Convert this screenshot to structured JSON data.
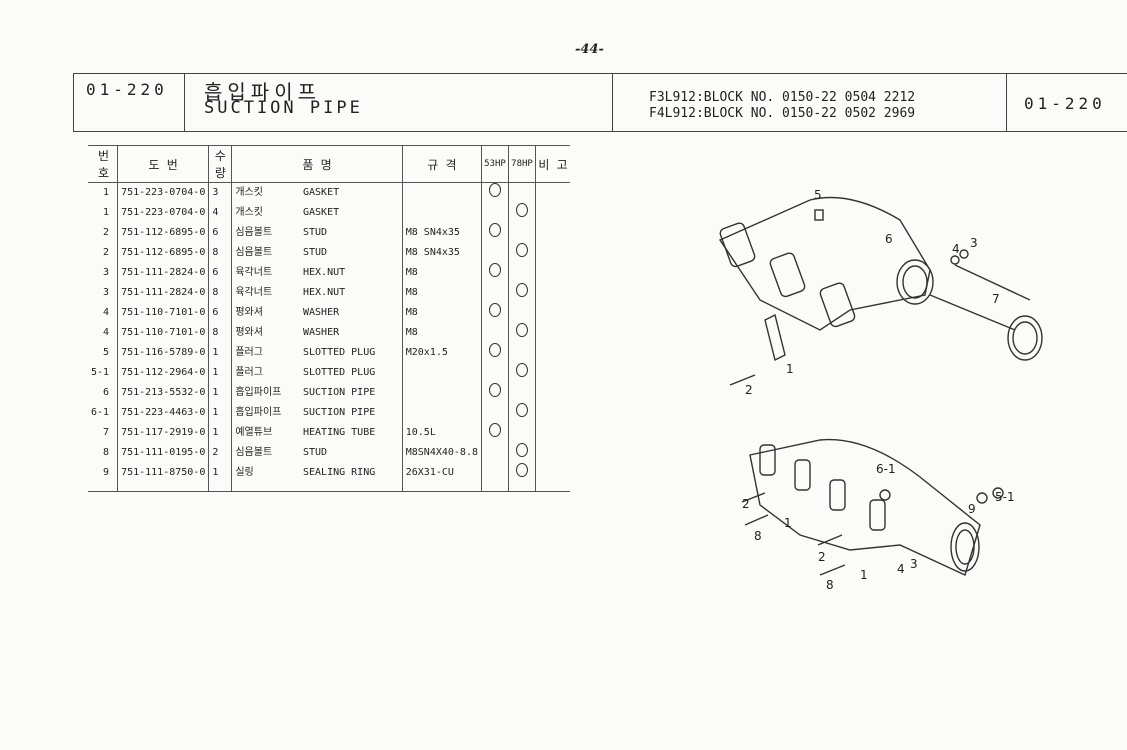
{
  "page_number": "-44-",
  "header": {
    "code": "01-220",
    "title_kr": "흡입파이프",
    "title_en": "SUCTION PIPE",
    "block1": "F3L912:BLOCK NO. 0150-22 0504 2212",
    "block2": "F4L912:BLOCK NO. 0150-22 0502 2969",
    "code_right": "01-220"
  },
  "table": {
    "headers": [
      "번호",
      "도   번",
      "수량",
      "품          명",
      "규 격",
      "53HP",
      "78HP",
      "비 고"
    ],
    "rows": [
      {
        "no": "1",
        "part": "751-223-0704-0",
        "qty": "3",
        "kr": "개스킷",
        "en": "GASKET",
        "spec": "",
        "hp53": true,
        "hp78": false
      },
      {
        "no": "1",
        "part": "751-223-0704-0",
        "qty": "4",
        "kr": "개스킷",
        "en": "GASKET",
        "spec": "",
        "hp53": false,
        "hp78": true
      },
      {
        "no": "2",
        "part": "751-112-6895-0",
        "qty": "6",
        "kr": "심음볼트",
        "en": "STUD",
        "spec": "M8 SN4x35",
        "hp53": true,
        "hp78": false
      },
      {
        "no": "2",
        "part": "751-112-6895-0",
        "qty": "8",
        "kr": "심음볼트",
        "en": "STUD",
        "spec": "M8 SN4x35",
        "hp53": false,
        "hp78": true
      },
      {
        "no": "3",
        "part": "751-111-2824-0",
        "qty": "6",
        "kr": "육각너트",
        "en": "HEX.NUT",
        "spec": "M8",
        "hp53": true,
        "hp78": false
      },
      {
        "no": "3",
        "part": "751-111-2824-0",
        "qty": "8",
        "kr": "육각너트",
        "en": "HEX.NUT",
        "spec": "M8",
        "hp53": false,
        "hp78": true
      },
      {
        "no": "4",
        "part": "751-110-7101-0",
        "qty": "6",
        "kr": "평와셔",
        "en": "WASHER",
        "spec": "M8",
        "hp53": true,
        "hp78": false
      },
      {
        "no": "4",
        "part": "751-110-7101-0",
        "qty": "8",
        "kr": "평와셔",
        "en": "WASHER",
        "spec": "M8",
        "hp53": false,
        "hp78": true
      },
      {
        "no": "5",
        "part": "751-116-5789-0",
        "qty": "1",
        "kr": "플러그",
        "en": "SLOTTED PLUG",
        "spec": "M20x1.5",
        "hp53": true,
        "hp78": false
      },
      {
        "no": "5-1",
        "part": "751-112-2964-0",
        "qty": "1",
        "kr": "플러그",
        "en": "SLOTTED PLUG",
        "spec": "",
        "hp53": false,
        "hp78": true
      },
      {
        "no": "6",
        "part": "751-213-5532-0",
        "qty": "1",
        "kr": "흡입파이프",
        "en": "SUCTION PIPE",
        "spec": "",
        "hp53": true,
        "hp78": false
      },
      {
        "no": "6-1",
        "part": "751-223-4463-0",
        "qty": "1",
        "kr": "흡입파이프",
        "en": "SUCTION PIPE",
        "spec": "",
        "hp53": false,
        "hp78": true
      },
      {
        "no": "7",
        "part": "751-117-2919-0",
        "qty": "1",
        "kr": "예열튜브",
        "en": "HEATING TUBE",
        "spec": "10.5L",
        "hp53": true,
        "hp78": false
      },
      {
        "no": "8",
        "part": "751-111-0195-0",
        "qty": "2",
        "kr": "심음볼트",
        "en": "STUD",
        "spec": "M8SN4X40-8.8",
        "hp53": false,
        "hp78": true
      },
      {
        "no": "9",
        "part": "751-111-8750-0",
        "qty": "1",
        "kr": "실링",
        "en": "SEALING RING",
        "spec": "26X31-CU",
        "hp53": false,
        "hp78": true
      }
    ]
  },
  "diagram_labels": {
    "top": [
      "5",
      "6",
      "4",
      "3",
      "7",
      "1",
      "2"
    ],
    "bottom": [
      "6-1",
      "5-1",
      "9",
      "2",
      "1",
      "8",
      "2",
      "1",
      "8",
      "4",
      "3"
    ]
  }
}
